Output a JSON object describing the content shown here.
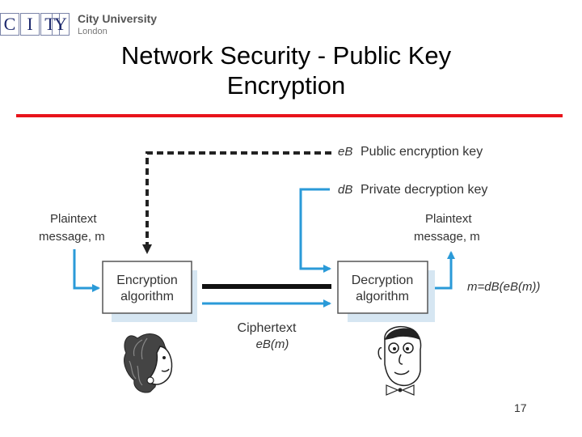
{
  "logo": {
    "letters": [
      "C",
      "I",
      "T",
      "Y"
    ],
    "line1": "City University",
    "line2": "London"
  },
  "slide": {
    "title_line1": "Network Security - Public Key",
    "title_line2": "Encryption",
    "page_number": "17",
    "accent_color": "#e8141b"
  },
  "diagram": {
    "public_key_symbol": "eB",
    "public_key_label": "Public encryption key",
    "private_key_symbol": "dB",
    "private_key_label": "Private decryption key",
    "plaintext_in": [
      "Plaintext",
      "message, m"
    ],
    "plaintext_out": [
      "Plaintext",
      "message, m"
    ],
    "encryption_box": [
      "Encryption",
      "algorithm"
    ],
    "decryption_box": [
      "Decryption",
      "algorithm"
    ],
    "ciphertext_label": "Ciphertext",
    "ciphertext_formula": "eB(m)",
    "result_formula": "m=dB(eB(m))",
    "sender_icon": "woman-face-icon",
    "receiver_icon": "man-face-icon",
    "arrow_color": "#2a9ad8"
  }
}
